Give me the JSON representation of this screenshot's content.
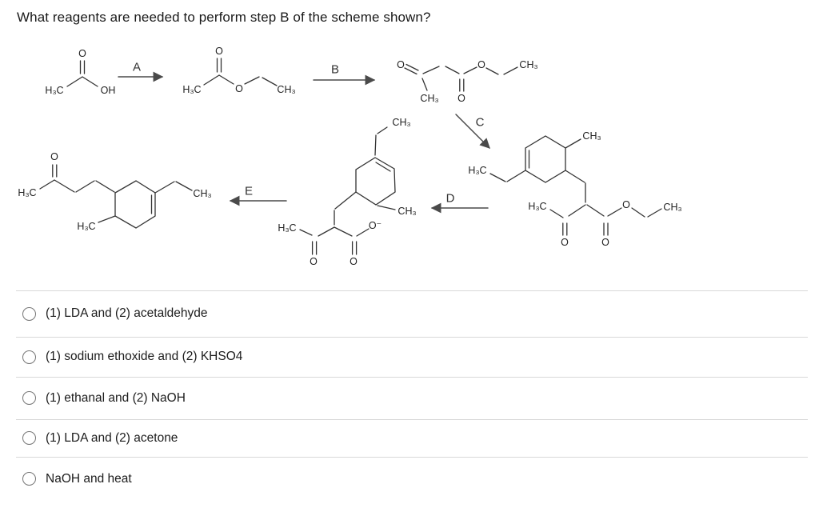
{
  "question": {
    "title": "What reagents are needed to perform step B of the scheme shown?"
  },
  "scheme": {
    "steps": [
      "A",
      "B",
      "C",
      "D",
      "E"
    ],
    "structures": {
      "acetic_acid": {
        "o": "O",
        "h3c": "H₃C",
        "oh": "OH"
      },
      "ethyl_acetate": {
        "o_carbonyl": "O",
        "h3c": "H₃C",
        "o_ester": "O",
        "ch3": "CH₃"
      },
      "ethyl_acetoacetate": {
        "o_ketone": "O",
        "ch3_ketone": "CH₃",
        "o_carbonyl": "O",
        "o_ester": "O",
        "ch3_ethyl": "CH₃"
      },
      "keto_ester_adduct": {
        "ch3_ring": "CH₃",
        "h3c_ethyl": "H₃C",
        "h3c_acetyl": "H₃C",
        "o_acetyl": "O",
        "o_carbonyl": "O",
        "o_ester": "O",
        "ch3_ethyl": "CH₃"
      },
      "carboxylate": {
        "ch3_top": "CH₃",
        "ch3_ring": "CH₃",
        "h3c_acetyl": "H₃C",
        "o_acetyl": "O",
        "o_carbonyl": "O",
        "o_minus": "O⁻"
      },
      "final_ketone": {
        "o": "O",
        "h3c_acetyl": "H₃C",
        "h3c_ring": "H₃C",
        "ch3_ethyl": "CH₃"
      }
    }
  },
  "options": [
    {
      "label": "(1) LDA and (2) acetaldehyde"
    },
    {
      "label": "(1) sodium ethoxide and (2) KHSO4"
    },
    {
      "label": "(1) ethanal and (2) NaOH"
    },
    {
      "label": "(1) LDA and (2) acetone"
    },
    {
      "label": "NaOH and heat"
    }
  ]
}
